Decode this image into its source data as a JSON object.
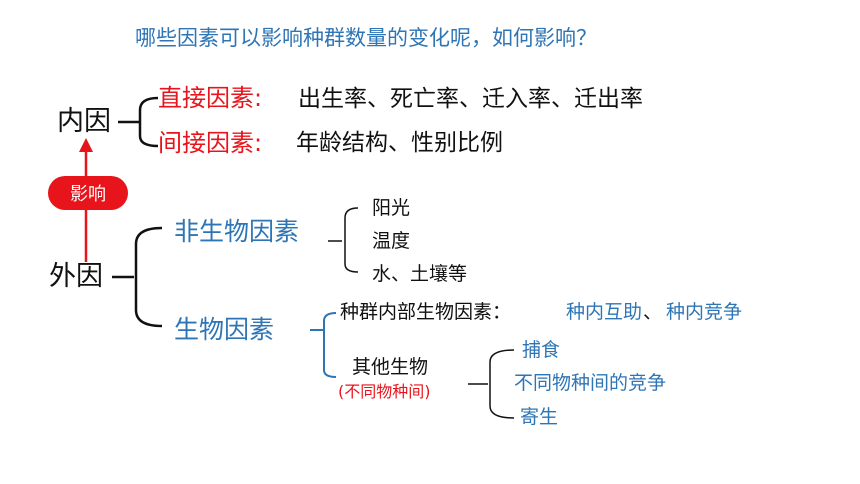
{
  "title": "哪些因素可以影响种群数量的变化呢，如何影响？",
  "inner": {
    "label": "内因",
    "direct": {
      "label": "直接因素:",
      "value": "出生率、死亡率、迁入率、迁出率"
    },
    "indirect": {
      "label": "间接因素:",
      "value": "年龄结构、性别比例"
    }
  },
  "influence": "影响",
  "outer": {
    "label": "外因",
    "abiotic": {
      "label": "非生物因素",
      "items": [
        "阳光",
        "温度",
        "水、土壤等"
      ]
    },
    "biotic": {
      "label": "生物因素",
      "intra": {
        "label": "种群内部生物因素：",
        "help": "种内互助",
        "sep": "、",
        "compete": "种内竞争"
      },
      "other": {
        "label": "其他生物",
        "note": "(不同物种间)",
        "items": [
          "捕食",
          "不同物种间的竞争",
          "寄生"
        ]
      }
    }
  },
  "colors": {
    "title": "#2e75b6",
    "red": "#e8141b",
    "blue": "#2e75b6",
    "black": "#111111"
  }
}
